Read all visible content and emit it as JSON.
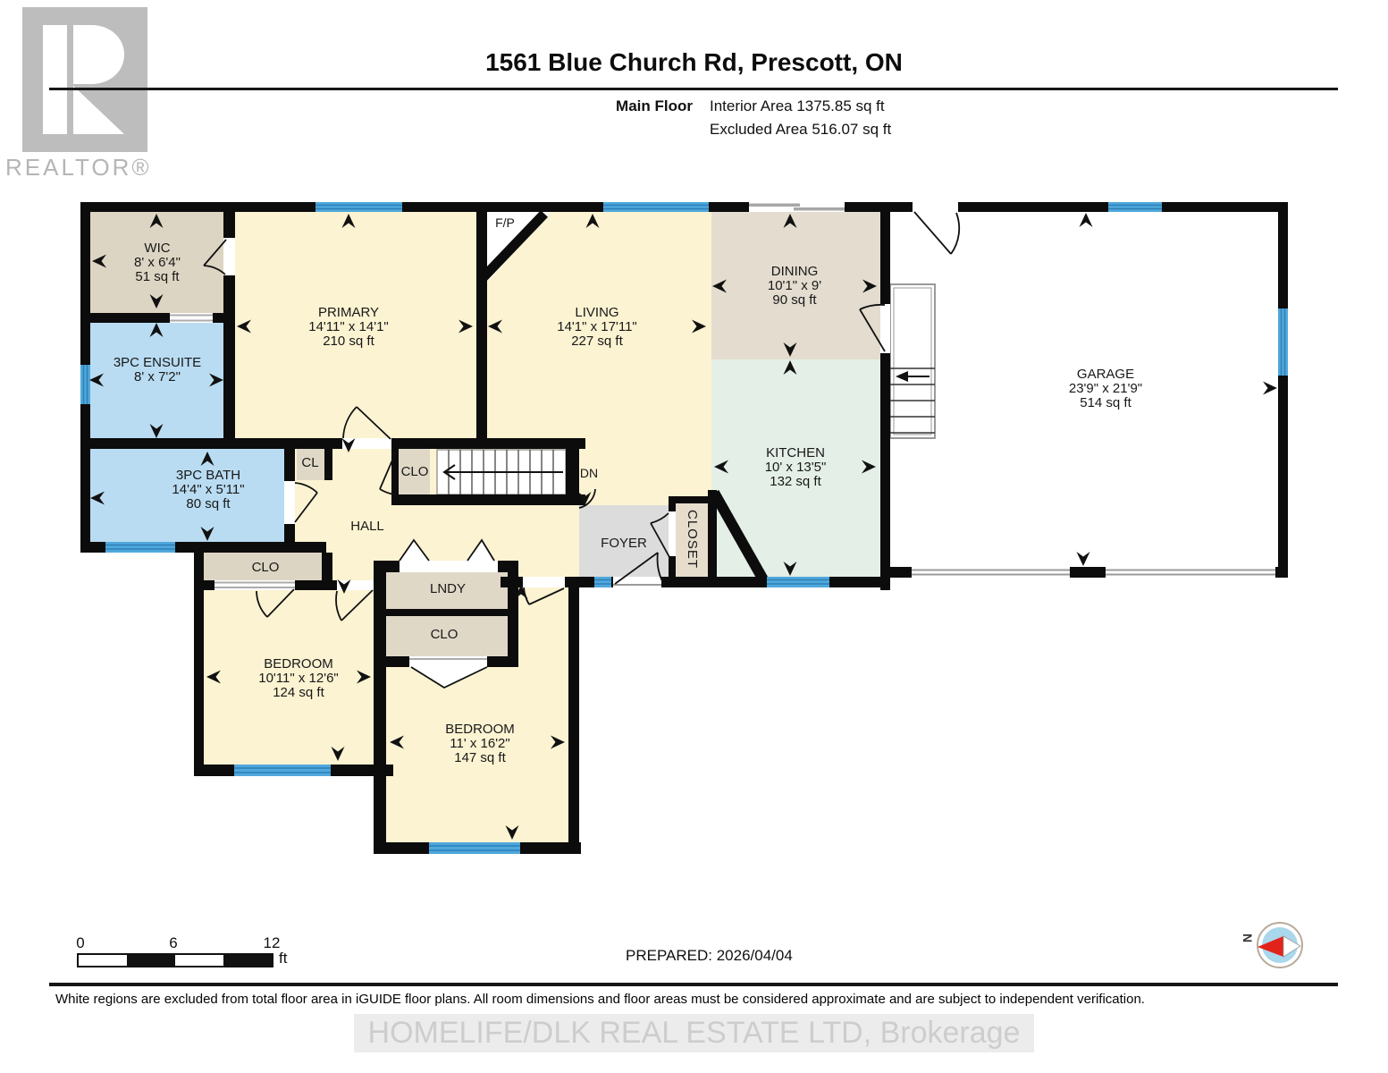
{
  "header": {
    "title": "1561 Blue Church Rd, Prescott, ON",
    "floor_label": "Main Floor",
    "interior_area": "Interior Area 1375.85 sq ft",
    "excluded_area": "Excluded Area 516.07 sq ft",
    "logo_text": "REALTOR®"
  },
  "rooms": {
    "wic": {
      "name": "WIC",
      "dims": "8' x 6'4\"",
      "area": "51 sq ft"
    },
    "ensuite": {
      "name": "3PC ENSUITE",
      "dims": "8' x 7'2\""
    },
    "primary": {
      "name": "PRIMARY",
      "dims": "14'11\" x 14'1\"",
      "area": "210 sq ft"
    },
    "living": {
      "name": "LIVING",
      "dims": "14'1\" x 17'11\"",
      "area": "227 sq ft"
    },
    "dining": {
      "name": "DINING",
      "dims": "10'1\" x 9'",
      "area": "90 sq ft"
    },
    "kitchen": {
      "name": "KITCHEN",
      "dims": "10' x 13'5\"",
      "area": "132 sq ft"
    },
    "garage": {
      "name": "GARAGE",
      "dims": "23'9\" x 21'9\"",
      "area": "514 sq ft"
    },
    "bath": {
      "name": "3PC BATH",
      "dims": "14'4\" x 5'11\"",
      "area": "80 sq ft"
    },
    "bedroom1": {
      "name": "BEDROOM",
      "dims": "10'11\" x 12'6\"",
      "area": "124 sq ft"
    },
    "bedroom2": {
      "name": "BEDROOM",
      "dims": "11' x 16'2\"",
      "area": "147 sq ft"
    },
    "hall": {
      "name": "HALL"
    },
    "foyer": {
      "name": "FOYER"
    },
    "closet": {
      "name": "CLOSET"
    },
    "laundry": {
      "name": "LNDY"
    },
    "clo_bath": {
      "name": "CLO"
    },
    "clo_hall": {
      "name": "CLO"
    },
    "clo_bedroom": {
      "name": "CLO"
    },
    "cl": {
      "name": "CL"
    },
    "fireplace": {
      "name": "F/P"
    },
    "stairs_down": {
      "name": "DN"
    }
  },
  "scale_bar": {
    "start": "0",
    "mid": "6",
    "end": "12",
    "unit": "ft"
  },
  "footer": {
    "prepared": "PREPARED: 2026/04/04",
    "disclaimer": "White regions are excluded from total floor area in iGUIDE floor plans. All room dimensions and floor areas must be considered approximate and are subject to independent verification.",
    "watermark": "HOMELIFE/DLK REAL ESTATE LTD, Brokerage",
    "compass_label": "N"
  },
  "colors": {
    "wall": "#0c0c0c",
    "room_cream": "#fcf3d2",
    "room_beige": "#ddd5c3",
    "room_dining": "#e3dccf",
    "room_blue": "#b9dcf2",
    "room_mint": "#e4efe7",
    "room_gray": "#dcdcdc",
    "window_blue": "#4fa8dc",
    "compass_red": "#e2231a",
    "compass_blue": "#a9d7ec",
    "logo_gray": "#bdbdbd"
  }
}
